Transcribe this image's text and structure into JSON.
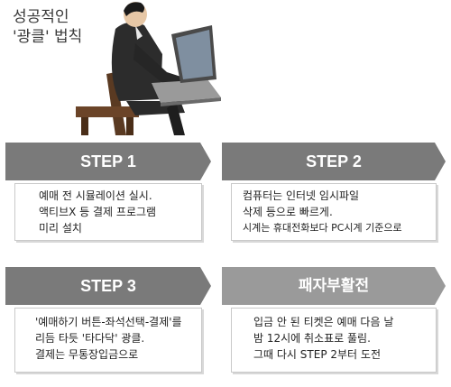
{
  "title": {
    "line1": "성공적인",
    "line2": "'광클' 법칙"
  },
  "steps": [
    {
      "title": "STEP 1",
      "lines": [
        "예매  전 시뮬레이션 실시.",
        "액티브X 등 결제 프로그램",
        "미리 설치"
      ]
    },
    {
      "title": "STEP 2",
      "lines": [
        "컴퓨터는 인터넷 임시파일",
        "삭제 등으로 빠르게.",
        "시계는 휴대전화보다 PC시계 기준으로"
      ]
    },
    {
      "title": "STEP 3",
      "lines": [
        "'예매하기 버튼-좌석선택-결제'를",
        "리듬 타듯 '타다닥' 광클.",
        "결제는 무통장입금으로"
      ]
    },
    {
      "title": "패자부활전",
      "lines": [
        "입금 안 된 티켓은 예매 다음 날",
        "밤 12시에 취소표로 풀림.",
        "그때 다시 STEP 2부터 도전"
      ]
    }
  ],
  "colors": {
    "arrow_dark": "#7a7a7a",
    "arrow_light": "#9a9a9a",
    "body_border": "#c9c9c9"
  }
}
